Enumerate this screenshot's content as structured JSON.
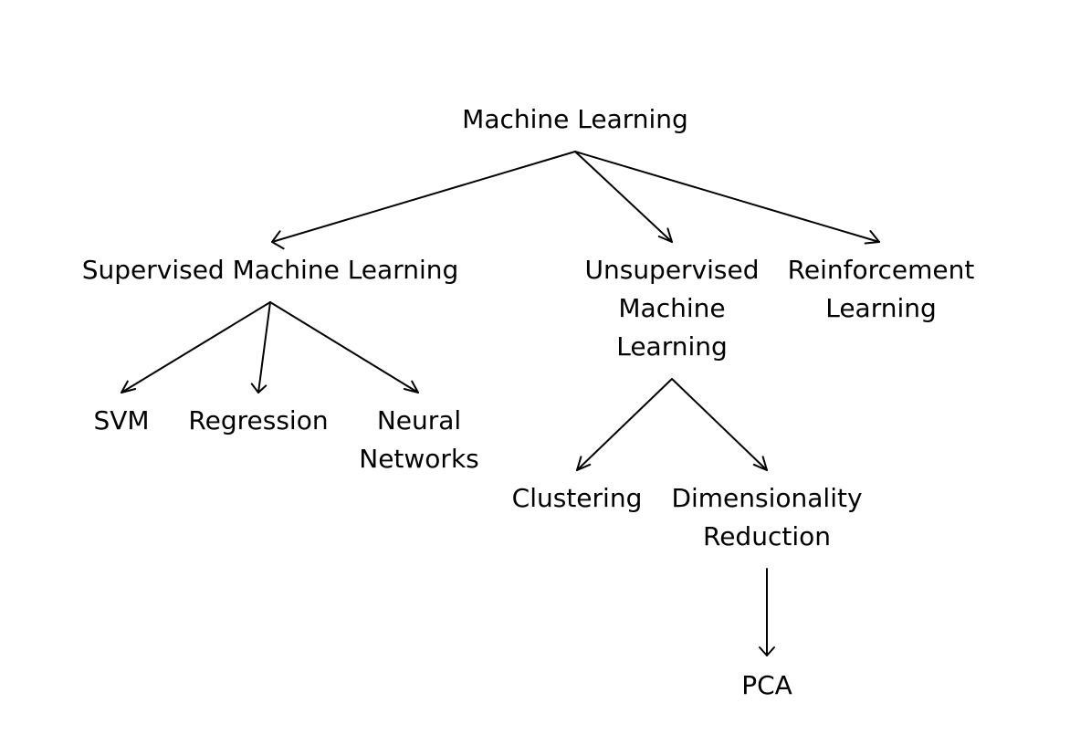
{
  "diagram": {
    "nodes": {
      "ml": {
        "lines": [
          "Machine Learning"
        ]
      },
      "supervised": {
        "lines": [
          "Supervised Machine Learning"
        ]
      },
      "unsupervised": {
        "lines": [
          "Unsupervised",
          "Machine",
          "Learning"
        ]
      },
      "reinforcement": {
        "lines": [
          "Reinforcement",
          "Learning"
        ]
      },
      "svm": {
        "lines": [
          "SVM"
        ]
      },
      "regression": {
        "lines": [
          "Regression"
        ]
      },
      "neural": {
        "lines": [
          "Neural",
          "Networks"
        ]
      },
      "clustering": {
        "lines": [
          "Clustering"
        ]
      },
      "dimred": {
        "lines": [
          "Dimensionality",
          "Reduction"
        ]
      },
      "pca": {
        "lines": [
          "PCA"
        ]
      }
    },
    "edges": [
      {
        "from": "ml",
        "to": "supervised"
      },
      {
        "from": "ml",
        "to": "unsupervised"
      },
      {
        "from": "ml",
        "to": "reinforcement"
      },
      {
        "from": "supervised",
        "to": "svm"
      },
      {
        "from": "supervised",
        "to": "regression"
      },
      {
        "from": "supervised",
        "to": "neural"
      },
      {
        "from": "unsupervised",
        "to": "clustering"
      },
      {
        "from": "unsupervised",
        "to": "dimred"
      },
      {
        "from": "dimred",
        "to": "pca"
      }
    ]
  }
}
